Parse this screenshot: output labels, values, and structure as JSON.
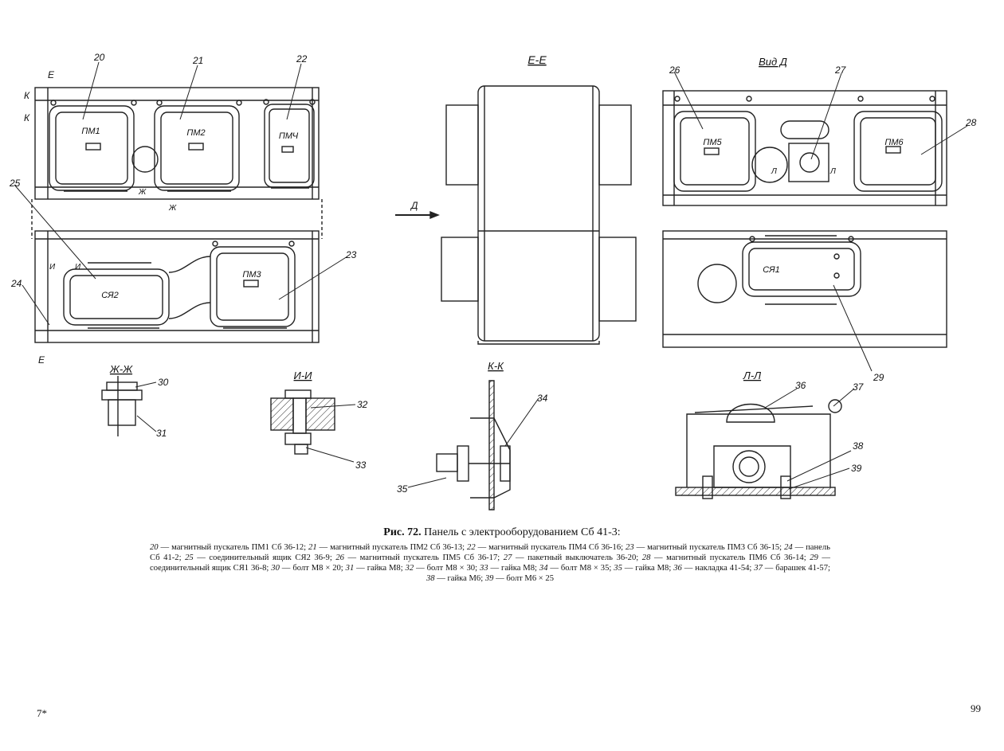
{
  "views": {
    "section_ee": "Е-Е",
    "view_d": "Вид Д",
    "section_zhzh": "Ж-Ж",
    "section_ii": "И-И",
    "section_kk": "К-К",
    "section_ll": "Л-Л"
  },
  "units": {
    "pm1": "ПМ1",
    "pm2": "ПМ2",
    "pm4": "ПМЧ",
    "pm3": "ПМ3",
    "sya2": "СЯ2",
    "pm5": "ПМ5",
    "pm6": "ПМ6",
    "sya1": "СЯ1"
  },
  "cut_marks": {
    "e_top": "Е",
    "e_bottom": "Е",
    "k_1": "К",
    "k_2": "К",
    "zh_1": "Ж",
    "zh_2": "Ж",
    "i_1": "И",
    "i_2": "И",
    "l_1": "Л",
    "l_2": "Л",
    "arrow_d": "Д"
  },
  "callouts": [
    "20",
    "21",
    "22",
    "23",
    "24",
    "25",
    "26",
    "27",
    "28",
    "29",
    "30",
    "31",
    "32",
    "33",
    "34",
    "35",
    "36",
    "37",
    "38",
    "39"
  ],
  "caption": {
    "title_bold": "Рис. 72.",
    "title_rest": " Панель с электрооборудованием Сб 41-3:",
    "items": [
      {
        "n": "20",
        "t": " — магнитный пускатель ПМ1 Сб 36-12; "
      },
      {
        "n": "21",
        "t": " — магнитный пускатель ПМ2 Сб 36-13; "
      },
      {
        "n": "22",
        "t": " — магнитный пускатель ПМ4 Сб 36-16; "
      },
      {
        "n": "23",
        "t": " — магнитный пускатель ПМ3 Сб 36-15; "
      },
      {
        "n": "24",
        "t": " — панель Сб 41-2; "
      },
      {
        "n": "25",
        "t": " — соединительный ящик СЯ2 36-9; "
      },
      {
        "n": "26",
        "t": " — магнитный пускатель ПМ5 Сб 36-17; "
      },
      {
        "n": "27",
        "t": " — пакетный выключатель 36-20; "
      },
      {
        "n": "28",
        "t": " — магнитный пускатель ПМ6 Сб 36-14; "
      },
      {
        "n": "29",
        "t": " — соединительный ящик СЯ1 36-8; "
      },
      {
        "n": "30",
        "t": " — болт М8 × 20; "
      },
      {
        "n": "31",
        "t": " — гайка М8; "
      },
      {
        "n": "32",
        "t": " — болт М8 × 30; "
      },
      {
        "n": "33",
        "t": " — гайка М8; "
      },
      {
        "n": "34",
        "t": " — болт М8 × 35; "
      },
      {
        "n": "35",
        "t": " — гайка М8; "
      },
      {
        "n": "36",
        "t": " — накладка 41-54; "
      },
      {
        "n": "37",
        "t": " — барашек 41-57; "
      },
      {
        "n": "38",
        "t": " — гайка М6; "
      },
      {
        "n": "39",
        "t": " — болт М6 × 25"
      }
    ]
  },
  "footer": {
    "signature_mark": "7*",
    "page_number": "99"
  }
}
